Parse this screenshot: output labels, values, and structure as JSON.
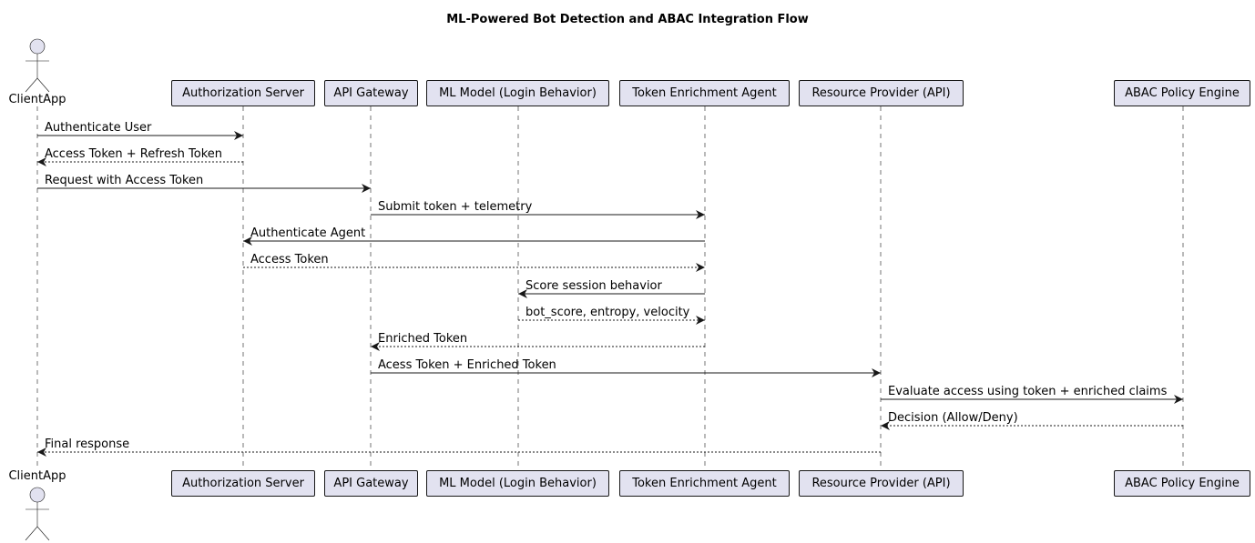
{
  "title": "ML-Powered Bot Detection and ABAC Integration Flow",
  "participants": [
    {
      "id": "client",
      "label": "ClientApp",
      "kind": "actor"
    },
    {
      "id": "auth",
      "label": "Authorization Server",
      "kind": "box"
    },
    {
      "id": "gateway",
      "label": "API Gateway",
      "kind": "box"
    },
    {
      "id": "ml",
      "label": "ML Model (Login Behavior)",
      "kind": "box"
    },
    {
      "id": "agent",
      "label": "Token Enrichment Agent",
      "kind": "box"
    },
    {
      "id": "resource",
      "label": "Resource Provider (API)",
      "kind": "box"
    },
    {
      "id": "abac",
      "label": "ABAC Policy Engine",
      "kind": "box"
    }
  ],
  "messages": [
    {
      "from": "client",
      "to": "auth",
      "label": "Authenticate User",
      "style": "solid"
    },
    {
      "from": "auth",
      "to": "client",
      "label": "Access Token + Refresh Token",
      "style": "dashed"
    },
    {
      "from": "client",
      "to": "gateway",
      "label": "Request with Access Token",
      "style": "solid"
    },
    {
      "from": "gateway",
      "to": "agent",
      "label": "Submit token + telemetry",
      "style": "solid"
    },
    {
      "from": "agent",
      "to": "auth",
      "label": "Authenticate Agent",
      "style": "solid"
    },
    {
      "from": "auth",
      "to": "agent",
      "label": "Access Token",
      "style": "dashed"
    },
    {
      "from": "agent",
      "to": "ml",
      "label": "Score session behavior",
      "style": "solid"
    },
    {
      "from": "ml",
      "to": "agent",
      "label": "bot_score, entropy, velocity",
      "style": "dashed"
    },
    {
      "from": "agent",
      "to": "gateway",
      "label": "Enriched Token",
      "style": "dashed"
    },
    {
      "from": "gateway",
      "to": "resource",
      "label": "Acess Token + Enriched Token",
      "style": "solid"
    },
    {
      "from": "resource",
      "to": "abac",
      "label": "Evaluate access using token + enriched claims",
      "style": "solid"
    },
    {
      "from": "abac",
      "to": "resource",
      "label": "Decision (Allow/Deny)",
      "style": "dashed"
    },
    {
      "from": "resource",
      "to": "client",
      "label": "Final response",
      "style": "dashed"
    }
  ]
}
